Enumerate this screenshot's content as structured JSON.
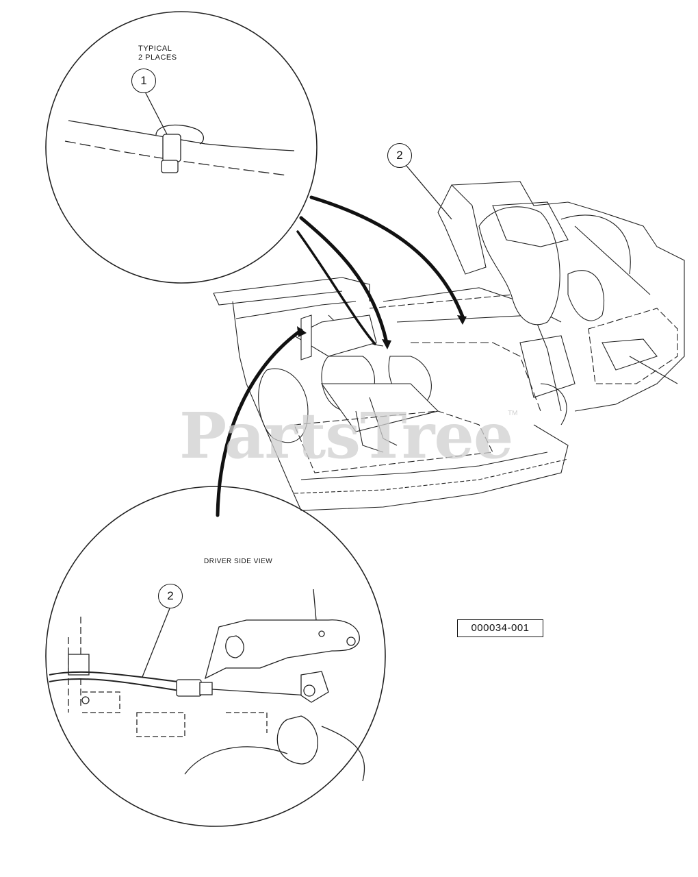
{
  "detail_top": {
    "title_line1": "TYPICAL",
    "title_line2": "2 PLACES",
    "callout": "1"
  },
  "detail_bottom": {
    "title": "DRIVER SIDE VIEW",
    "callout": "2"
  },
  "main_callout": "2",
  "part_number": "000034-001",
  "watermark": {
    "text": "PartsTree",
    "mark": "TM"
  }
}
